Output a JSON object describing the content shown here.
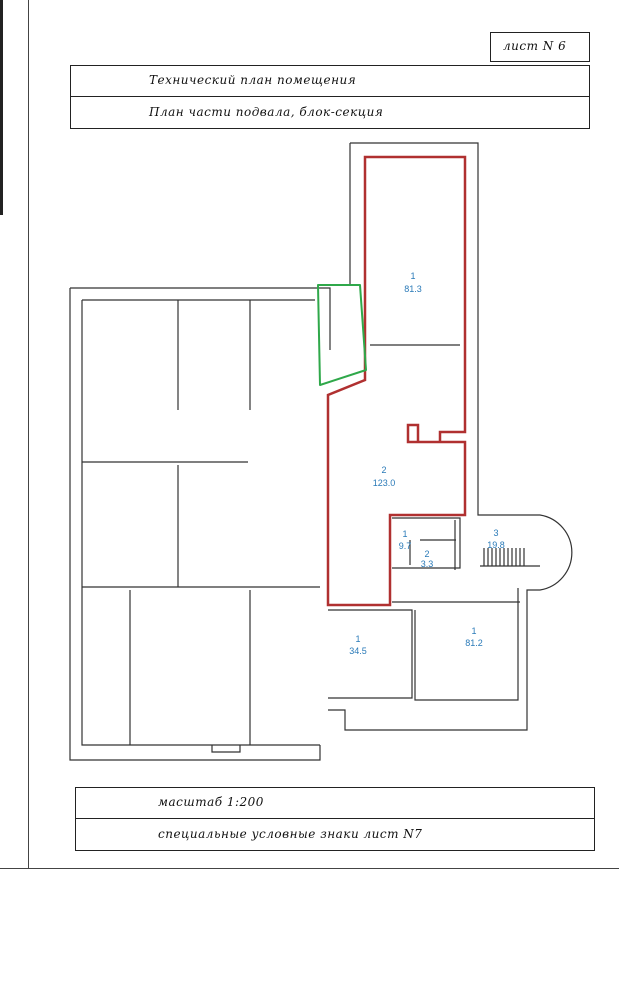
{
  "sheet": {
    "label": "лист N 6"
  },
  "title": {
    "line1": "Технический план помещения",
    "line2": "План части подвала, блок-секция"
  },
  "footer": {
    "scale": "масштаб 1:200",
    "legend_ref": "специальные условные знаки лист N7"
  },
  "rooms": [
    {
      "number": "1",
      "area": "81.3"
    },
    {
      "number": "2",
      "area": "123.0"
    },
    {
      "number": "1",
      "area": "9.7"
    },
    {
      "number": "2",
      "area": "3.3"
    },
    {
      "number": "3",
      "area": "19.8"
    },
    {
      "number": "1",
      "area": "81.2"
    },
    {
      "number": "1",
      "area": "34.5"
    }
  ],
  "colors": {
    "highlight_red": "#b03030",
    "highlight_green": "#2fa84a",
    "room_label": "#2a7ab8"
  }
}
